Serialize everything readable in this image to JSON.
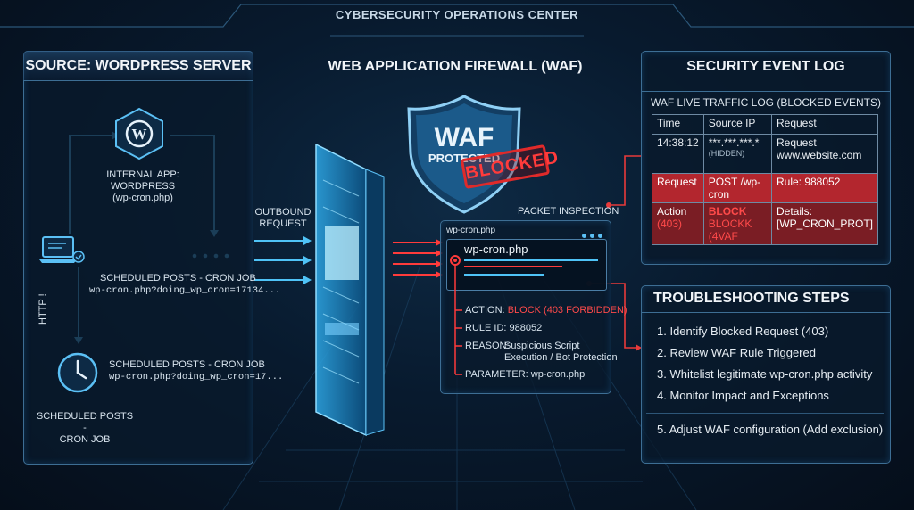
{
  "header": {
    "title": "CYBERSECURITY OPERATIONS CENTER"
  },
  "source_panel": {
    "title": "SOURCE: WORDPRESS SERVER",
    "internal_app": [
      "INTERNAL APP:",
      "WORDPRESS",
      "(wp-cron.php)"
    ],
    "http_label": "HTTP !",
    "cron_label_1": "SCHEDULED POSTS - CRON JOB",
    "cron_url_1": "wp-cron.php?doing_wp_cron=17134...",
    "cron_label_2": "SCHEDULED POSTS - CRON JOB",
    "cron_url_2": "wp-cron.php?doing_wp_cron=17...",
    "cron_label_3": [
      "SCHEDULED POSTS -",
      "CRON JOB"
    ]
  },
  "waf": {
    "title": "WEB APPLICATION FIREWALL (WAF)",
    "outbound": [
      "OUTBOUND",
      "REQUEST"
    ],
    "shield_top": "WAF",
    "shield_mid": "PROTECTED",
    "stamp": "BLOCKED",
    "packet_title": "PACKET INSPECTION",
    "packet_tab": "wp-cron.php",
    "packet_file": "wp-cron.php",
    "action_label": "ACTION:",
    "action_value": "BLOCK (403 FORBIDDEN)",
    "rule": "RULE ID: 988052",
    "reason_label": "REASON:",
    "reason_value": [
      "Suspicious Script",
      "Execution / Bot Protection"
    ],
    "parameter": "PARAMETER: wp-cron.php"
  },
  "log": {
    "title": "SECURITY EVENT LOG",
    "subtitle": "WAF LIVE TRAFFIC LOG (BLOCKED EVENTS)",
    "headers": [
      "Time",
      "Source IP",
      "Request"
    ],
    "row1": {
      "time": "14:38:12",
      "ip": "***.***.***.*",
      "ip_note": "(HIDDEN)",
      "req": [
        "Request",
        "www.website.com"
      ]
    },
    "row2": {
      "a": "Request",
      "b": "POST /wp-cron",
      "c": "Rule: 988052"
    },
    "row3": {
      "a": [
        "Action",
        "(403)"
      ],
      "b": [
        "BLOCK",
        "BLOCKK (4VAF"
      ],
      "c": [
        "Details:",
        "[WP_CRON_PROT]"
      ]
    }
  },
  "troubleshooting": {
    "title": "TROUBLESHOOTING STEPS",
    "steps": [
      "1. Identify Blocked Request (403)",
      "2. Review WAF Rule Triggered",
      "3. Whitelist legitimate wp-cron.php activity",
      "4. Monitor Impact and Exceptions",
      "5. Adjust WAF configuration (Add exclusion)"
    ]
  },
  "colors": {
    "accent": "#4fc3f7",
    "alert": "#ff3b3b",
    "panel_border": "#3d6e94"
  }
}
